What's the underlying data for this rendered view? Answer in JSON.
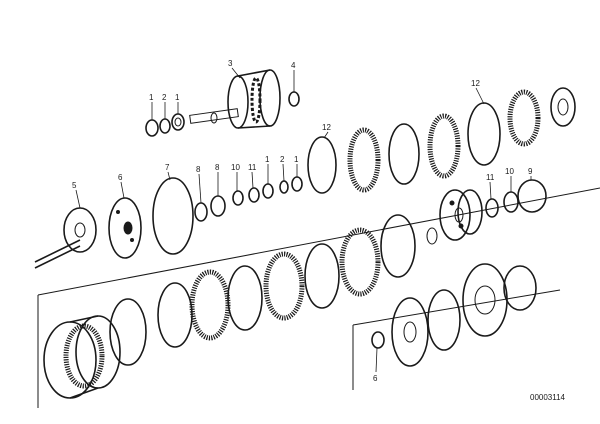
{
  "diagram_id": "00003114",
  "callouts": {
    "c3": "3",
    "c4": "4",
    "c1a": "1",
    "c2a": "2",
    "c1b": "1",
    "c12a": "12",
    "c12b": "12",
    "c5": "5",
    "c6a": "6",
    "c7": "7",
    "c8a": "8",
    "c8b": "8",
    "c10a": "10",
    "c11a": "11",
    "c1c": "1",
    "c2b": "2",
    "c1d": "1",
    "c11b": "11",
    "c10b": "10",
    "c9": "9",
    "c6b": "6"
  }
}
